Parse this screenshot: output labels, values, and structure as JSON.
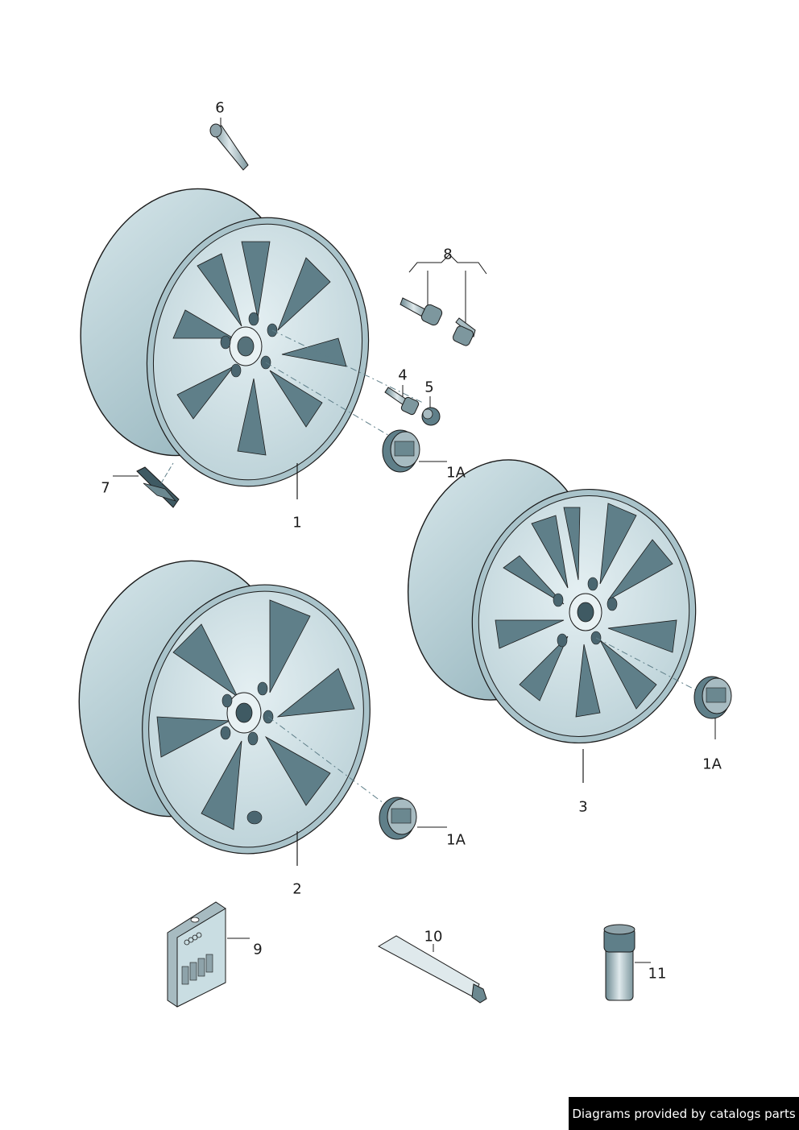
{
  "callouts": {
    "part_6": "6",
    "part_8": "8",
    "part_4": "4",
    "part_5": "5",
    "part_7": "7",
    "part_1": "1",
    "part_1a_wheel1": "1A",
    "part_1a_wheel3": "1A",
    "part_1a_wheel2": "1A",
    "part_3": "3",
    "part_2": "2",
    "part_9": "9",
    "part_10": "10",
    "part_11": "11"
  },
  "footer": {
    "credit": "Diagrams provided by catalogs parts"
  },
  "colors": {
    "line": "#1a1a1a",
    "wheel_face": "#c9dde2",
    "wheel_shadow": "#6f8e98",
    "wheel_dark": "#3f5a63",
    "hardware": "#8ea3aa",
    "credit_bg": "#000000"
  },
  "icons": [
    "wheel",
    "valve-stem",
    "tpms-sensor",
    "wheel-bolt",
    "wheel-lock",
    "center-cap",
    "paint-kit",
    "paste-tube",
    "touch-up-bottle"
  ]
}
